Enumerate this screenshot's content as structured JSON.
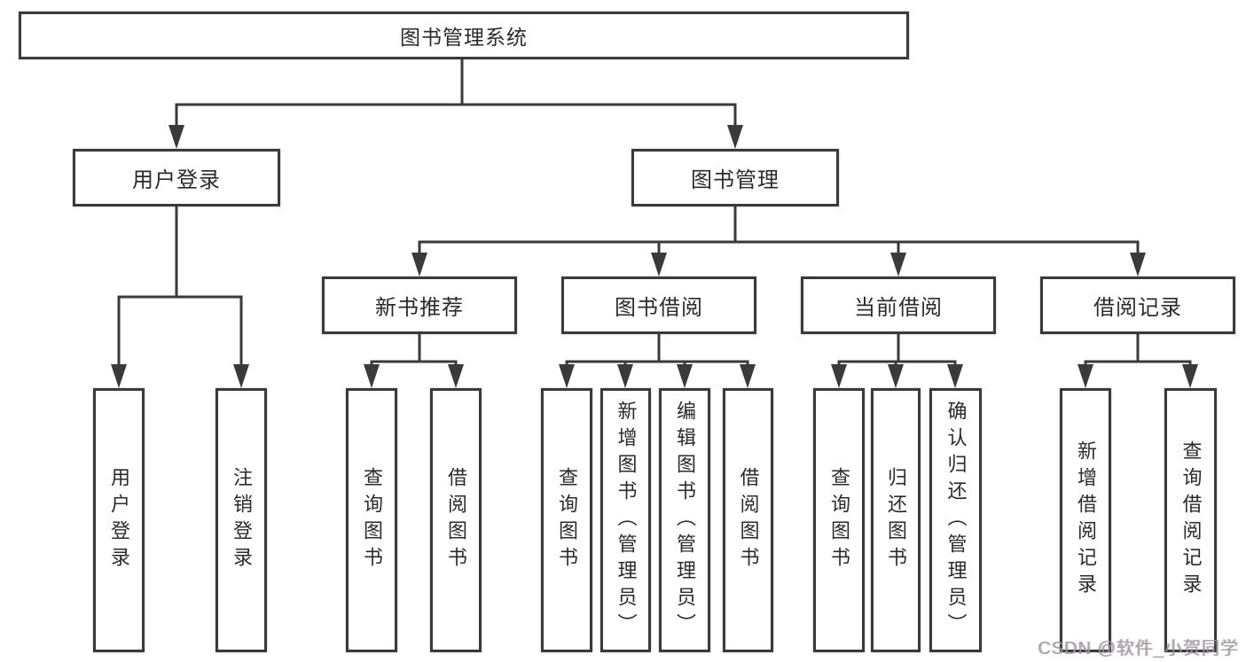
{
  "colors": {
    "line": "#3a3a3a",
    "box_border": "#3a3a3a",
    "box_fill": "#ffffff",
    "text": "#2b2b2b",
    "watermark": "#9b9b9b"
  },
  "watermark": {
    "text": "CSDN @软件_小贺同学"
  },
  "tree": {
    "root": {
      "id": "library-management-system",
      "label": "图书管理系统"
    },
    "level2": [
      {
        "id": "user-login",
        "label": "用户登录",
        "parent": "library-management-system"
      },
      {
        "id": "book-management",
        "label": "图书管理",
        "parent": "library-management-system"
      }
    ],
    "level3": [
      {
        "id": "new-book-recommend",
        "label": "新书推荐",
        "parent": "book-management"
      },
      {
        "id": "book-borrow",
        "label": "图书借阅",
        "parent": "book-management"
      },
      {
        "id": "current-borrow",
        "label": "当前借阅",
        "parent": "book-management"
      },
      {
        "id": "borrow-record",
        "label": "借阅记录",
        "parent": "book-management"
      }
    ],
    "leaves": [
      {
        "id": "leaf-user-login",
        "label": "用户登录",
        "parent": "user-login"
      },
      {
        "id": "leaf-logout",
        "label": "注销登录",
        "parent": "user-login"
      },
      {
        "id": "leaf-query-book-recommend",
        "label": "查询图书",
        "parent": "new-book-recommend"
      },
      {
        "id": "leaf-borrow-book-recommend",
        "label": "借阅图书",
        "parent": "new-book-recommend"
      },
      {
        "id": "leaf-query-book-borrow",
        "label": "查询图书",
        "parent": "book-borrow"
      },
      {
        "id": "leaf-add-book-admin",
        "label": "新增图书（管理员）",
        "parent": "book-borrow"
      },
      {
        "id": "leaf-edit-book-admin",
        "label": "编辑图书（管理员）",
        "parent": "book-borrow"
      },
      {
        "id": "leaf-borrow-book",
        "label": "借阅图书",
        "parent": "book-borrow"
      },
      {
        "id": "leaf-query-book-current",
        "label": "查询图书",
        "parent": "current-borrow"
      },
      {
        "id": "leaf-return-book",
        "label": "归还图书",
        "parent": "current-borrow"
      },
      {
        "id": "leaf-confirm-return-admin",
        "label": "确认归还（管理员）",
        "parent": "current-borrow"
      },
      {
        "id": "leaf-add-borrow-record",
        "label": "新增借阅记录",
        "parent": "borrow-record"
      },
      {
        "id": "leaf-query-borrow-record",
        "label": "查询借阅记录",
        "parent": "borrow-record"
      }
    ]
  }
}
